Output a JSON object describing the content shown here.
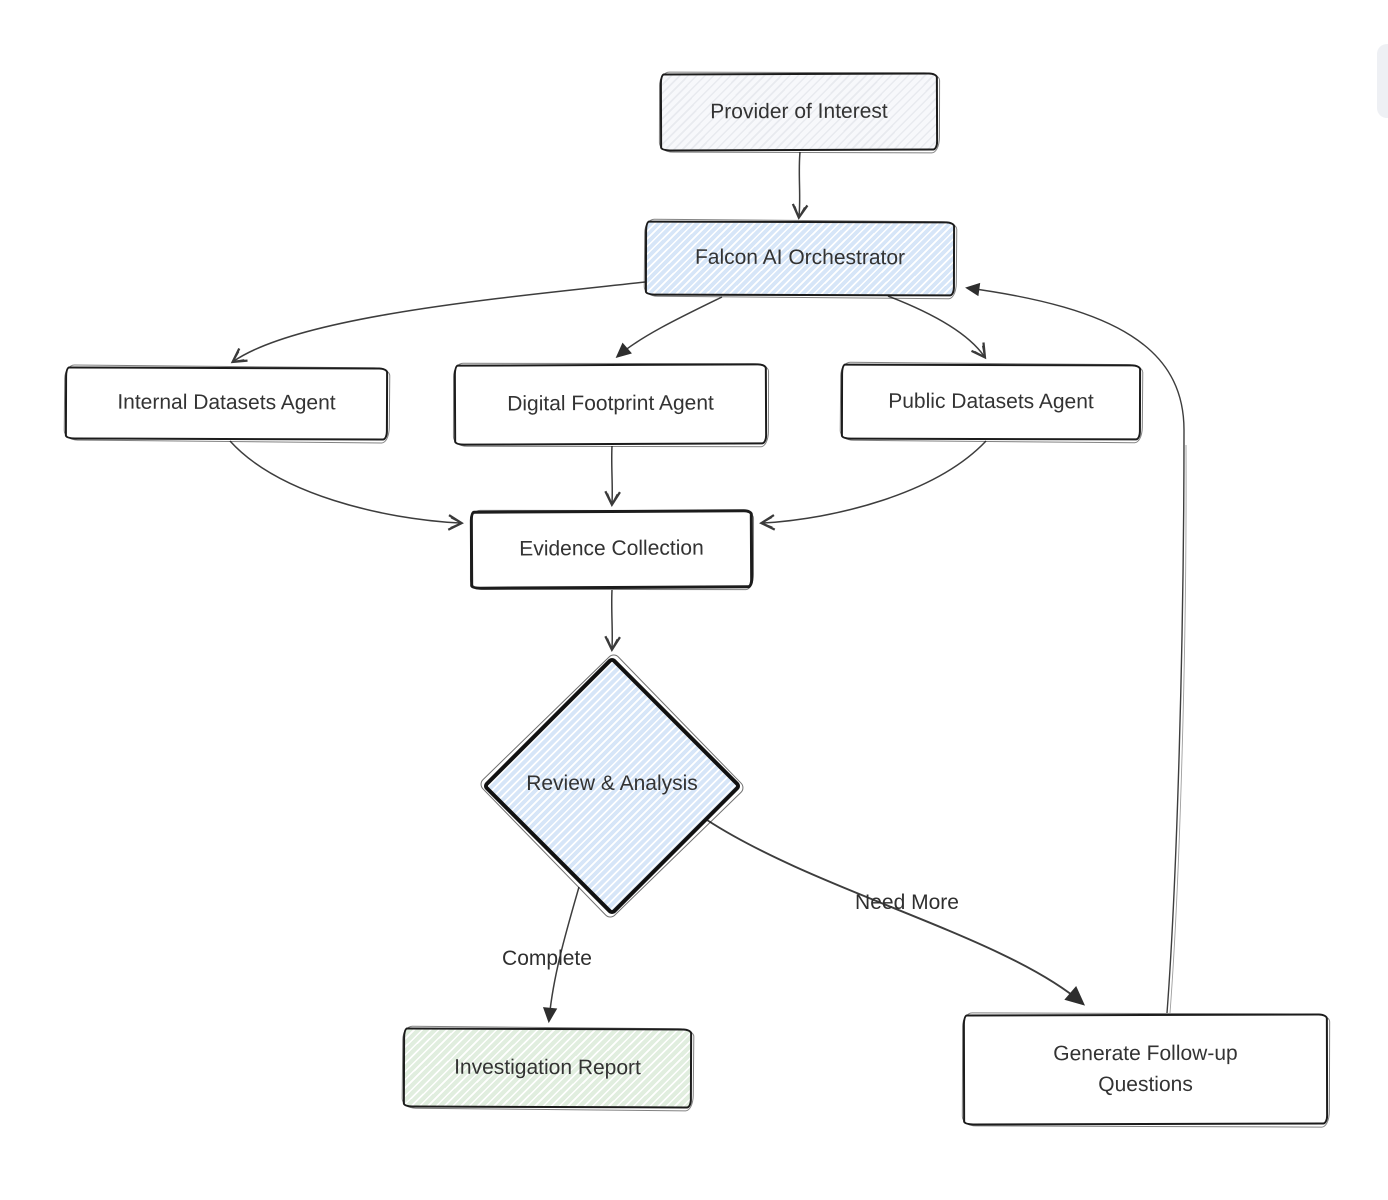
{
  "diagram": {
    "nodes": {
      "provider": {
        "label": "Provider of Interest"
      },
      "orchestrator": {
        "label": "Falcon AI Orchestrator"
      },
      "internal_agent": {
        "label": "Internal Datasets Agent"
      },
      "digital_agent": {
        "label": "Digital Footprint Agent"
      },
      "public_agent": {
        "label": "Public Datasets Agent"
      },
      "evidence": {
        "label": "Evidence Collection"
      },
      "review": {
        "label": "Review & Analysis"
      },
      "report": {
        "label": "Investigation Report"
      },
      "followup": {
        "label": "Generate Follow-up Questions"
      }
    },
    "edge_labels": {
      "complete": "Complete",
      "need_more": "Need More"
    },
    "colors": {
      "node_blue": "#d7e6f8",
      "node_green": "#e1eedf",
      "node_gray": "#f2f3f6",
      "node_white": "#ffffff",
      "border": "#1c1c1c",
      "edge": "#3d3d3d",
      "text": "#333333",
      "scroll_pill": "#eef0f4"
    }
  }
}
